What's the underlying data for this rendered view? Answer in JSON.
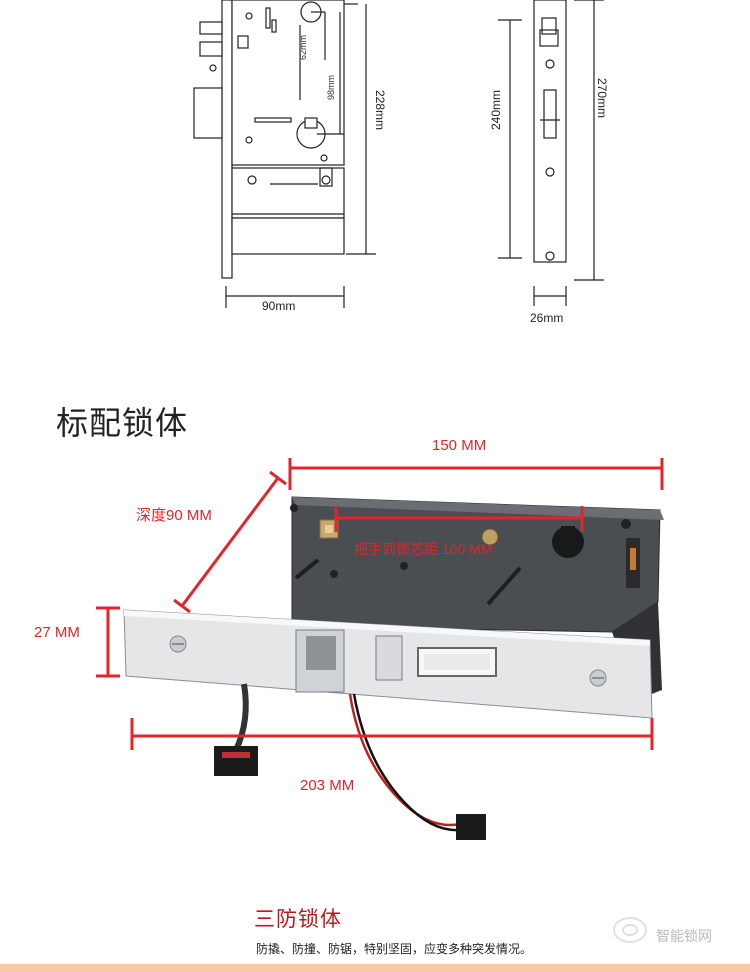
{
  "drawing_top": {
    "front_width": "90mm",
    "front_height": "228mm",
    "spindle_dim": "62mm",
    "inner_dim": "98mm",
    "side_height_inner": "240mm",
    "side_height_outer": "270mm",
    "side_width": "26mm"
  },
  "heading": "标配锁体",
  "photo_dims": {
    "length": "150 MM",
    "depth": "深度90 MM",
    "handle_to_core": "把手到锁芯距 100 MM",
    "plate_width": "27 MM",
    "faceplate_length": "203 MM"
  },
  "footer": {
    "title": "三防锁体",
    "subtitle": "防撬、防撞、防锯，特别坚固，应变多种突发情况。"
  },
  "watermark": {
    "text": "智能锁网"
  },
  "colors": {
    "red": "#e0262a",
    "title_red": "#c0161b",
    "band": "#f3c9a9"
  }
}
